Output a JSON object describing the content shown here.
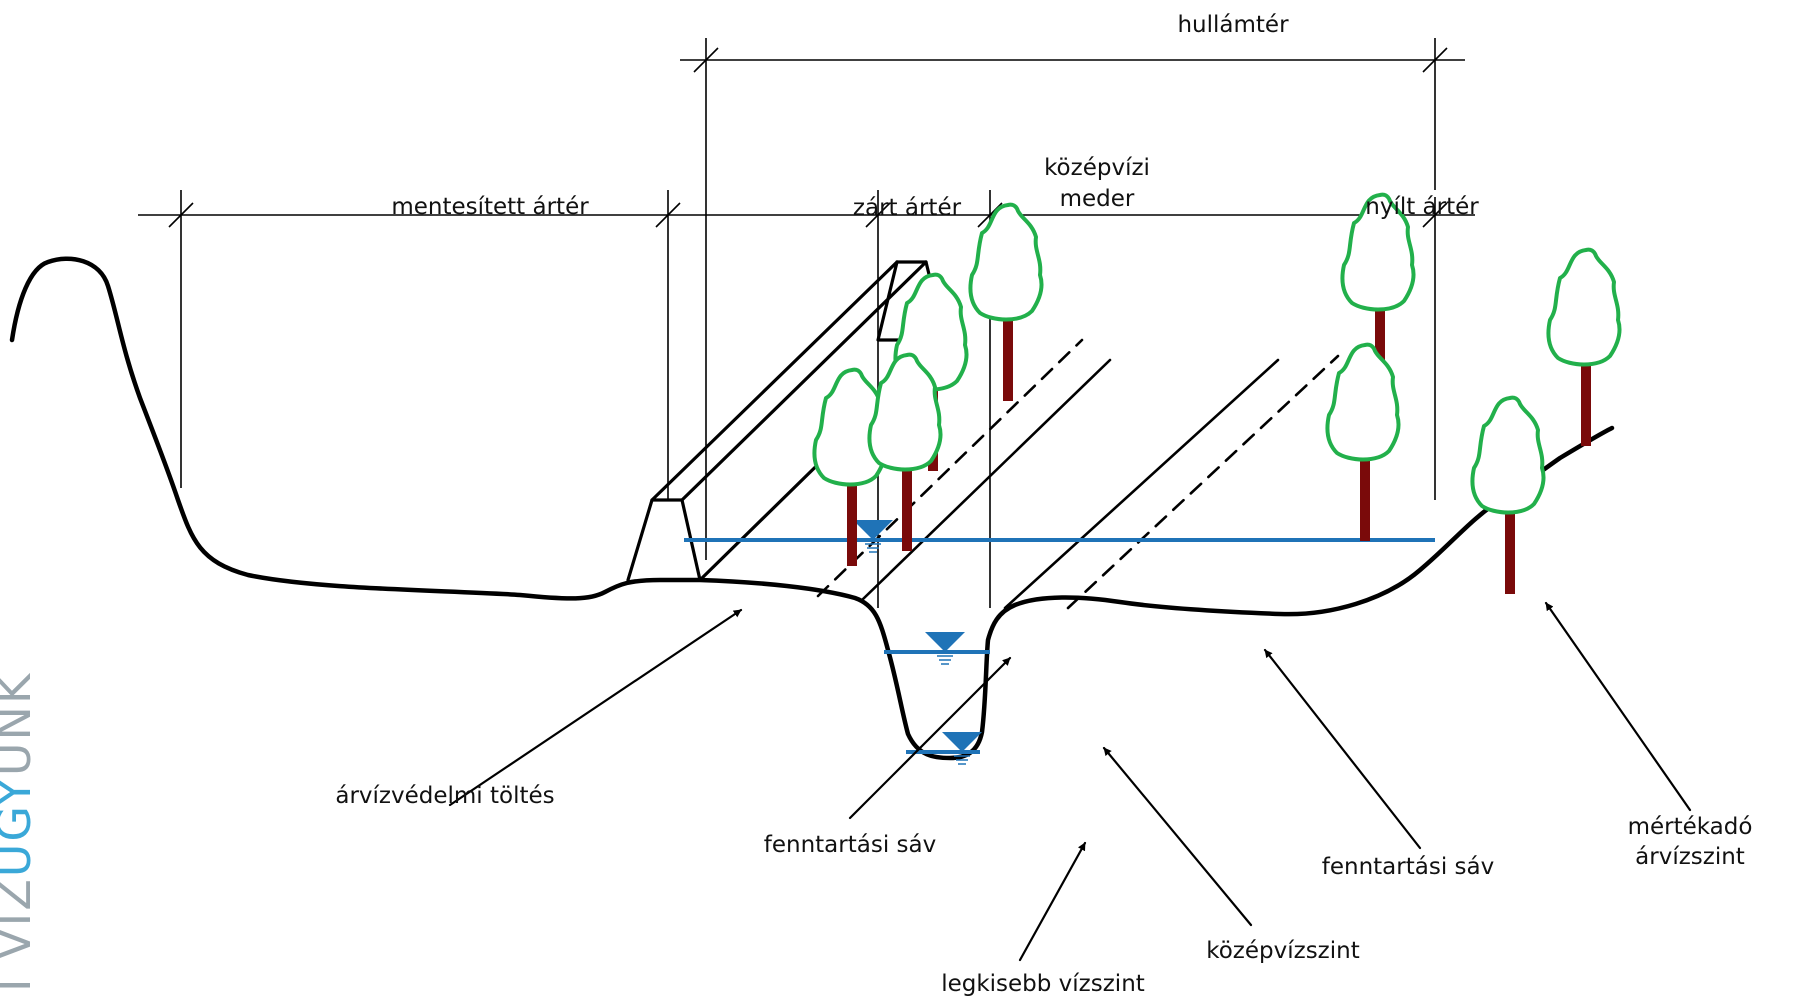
{
  "labels": {
    "hullamter": "hullámtér",
    "mentesitett_arter": "mentesített ártér",
    "zart_arter": "zárt ártér",
    "kozepvizi_line1": "középvízi",
    "kozepvizi_line2": "meder",
    "nyilt_arter": "nyílt ártér",
    "arvizvedelmi_toltes": "árvízvédelmi töltés",
    "fenntartasi_sav_left": "fenntartási sáv",
    "fenntartasi_sav_right": "fenntartási sáv",
    "mertekado_line1": "mértékadó",
    "mertekado_line2": "árvízszint",
    "kozepvizszint": "középvízszint",
    "legkisebb_vizszint": "legkisebb vízszint"
  },
  "watermark": {
    "part1": "I VÍZ",
    "part2": "ÜGY",
    "part3": "ÜNK"
  },
  "colors": {
    "water_level": "#1f73b7",
    "tree_canopy": "#22b04b",
    "tree_trunk": "#7a0a0a",
    "watermark_grey": "#9aa6ad",
    "watermark_blue": "#3aa8d8"
  }
}
